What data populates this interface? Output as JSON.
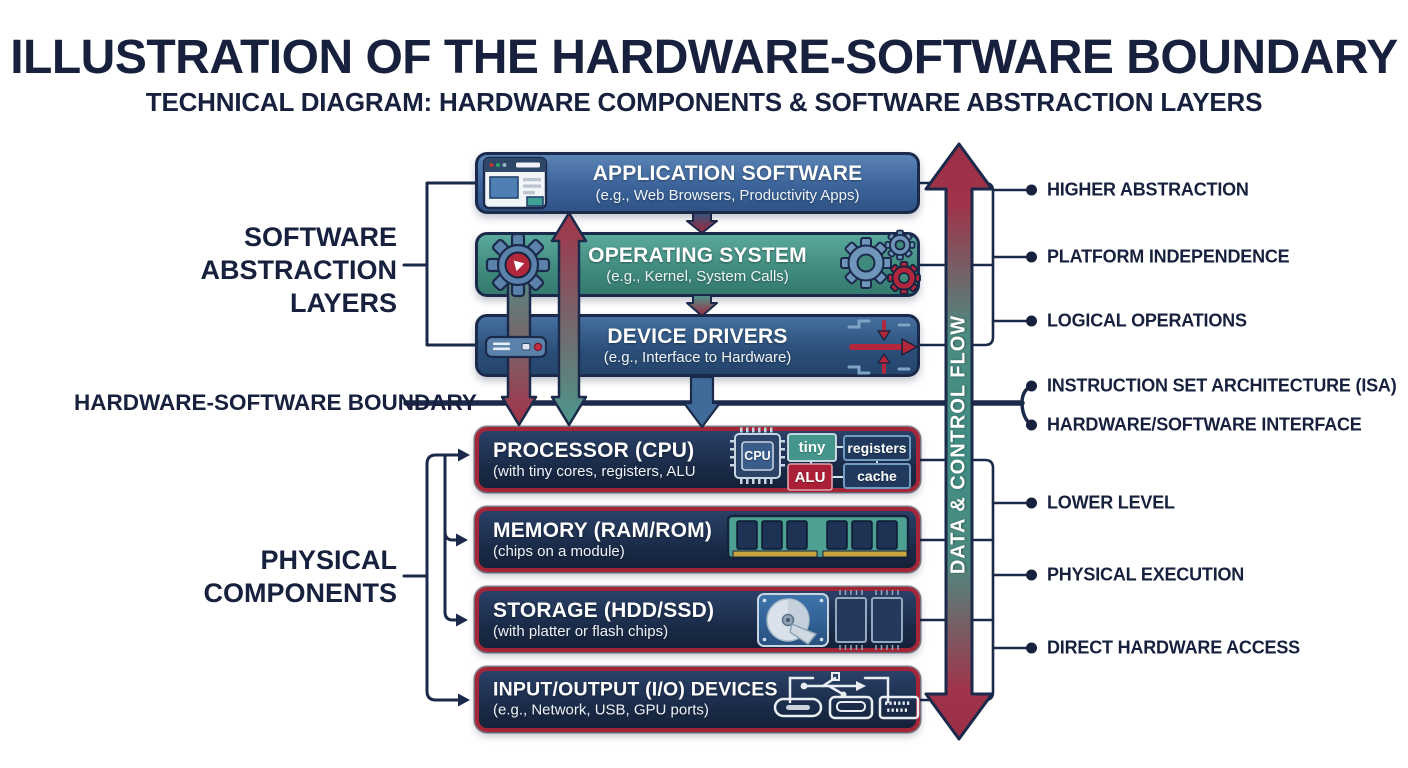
{
  "header": {
    "title": "ILLUSTRATION OF THE HARDWARE-SOFTWARE BOUNDARY",
    "subtitle": "TECHNICAL DIAGRAM: HARDWARE COMPONENTS & SOFTWARE ABSTRACTION LAYERS"
  },
  "left_labels": {
    "software": "SOFTWARE ABSTRACTION LAYERS",
    "boundary": "HARDWARE-SOFTWARE BOUNDARY",
    "physical": "PHYSICAL COMPONENTS"
  },
  "boxes": [
    {
      "title": "APPLICATION SOFTWARE",
      "subtitle": "(e.g., Web Browsers, Productivity Apps)",
      "icon": "browser-window-icon"
    },
    {
      "title": "OPERATING SYSTEM",
      "subtitle": "(e.g., Kernel, System Calls)",
      "icons": [
        "gear-play-icon",
        "gears-cluster-icon"
      ]
    },
    {
      "title": "DEVICE DRIVERS",
      "subtitle": "(e.g., Interface to Hardware)",
      "icons": [
        "device-bar-icon",
        "signal-arrows-icon"
      ]
    },
    {
      "title": "PROCESSOR (CPU)",
      "subtitle": "(with tiny cores, registers, ALU",
      "icon": "cpu-chip-icon",
      "chip_label": "CPU",
      "diagram": {
        "tiny": "tiny",
        "registers": "registers",
        "alu": "ALU",
        "cache": "cache"
      }
    },
    {
      "title": "MEMORY (RAM/ROM)",
      "subtitle": "(chips on a module)",
      "icon": "ram-module-icon"
    },
    {
      "title": "STORAGE (HDD/SSD)",
      "subtitle": "(with platter or flash chips)",
      "icon": "hdd-platter-flash-icon"
    },
    {
      "title": "INPUT/OUTPUT (I/O) DEVICES",
      "subtitle": "(e.g., Network, USB, GPU ports)",
      "icon": "usb-ports-icon"
    }
  ],
  "flow_arrow": {
    "label": "DATA & CONTROL FLOW"
  },
  "right_labels": {
    "items": [
      "HIGHER ABSTRACTION",
      "PLATFORM INDEPENDENCE",
      "LOGICAL OPERATIONS",
      "INSTRUCTION SET ARCHITECTURE (ISA)",
      "HARDWARE/SOFTWARE INTERFACE",
      "LOWER LEVEL",
      "PHYSICAL EXECUTION",
      "DIRECT HARDWARE ACCESS"
    ]
  },
  "colors": {
    "navy_text": "#17213e",
    "line_navy": "#1b2a4a",
    "crimson": "#a32638",
    "teal": "#3f8a7d",
    "software_blue": "#3c649a",
    "hardware_panel": "#1b2c4a"
  }
}
